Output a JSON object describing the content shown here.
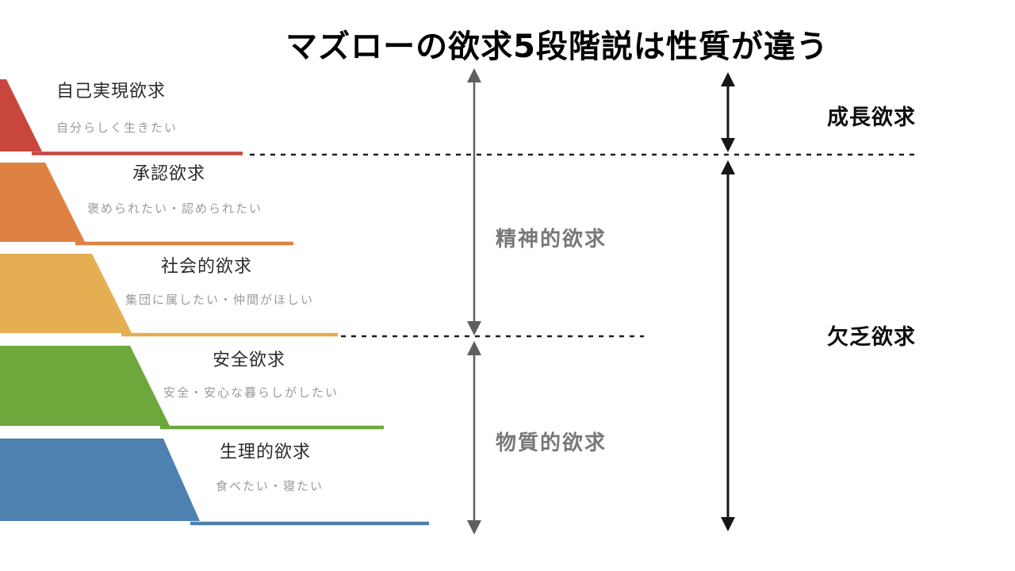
{
  "title": "マズローの欲求5段階説は性質が違う",
  "pyramid": {
    "levels": [
      {
        "name": "自己実現欲求",
        "desc": "自分らしく生きたい",
        "color": "#c9463d"
      },
      {
        "name": "承認欲求",
        "desc": "褒められたい・認められたい",
        "color": "#de8244"
      },
      {
        "name": "社会的欲求",
        "desc": "集団に属したい・仲間がほしい",
        "color": "#e5ae52"
      },
      {
        "name": "安全欲求",
        "desc": "安全・安心な暮らしがしたい",
        "color": "#6ca83b"
      },
      {
        "name": "生理的欲求",
        "desc": "食べたい・寝たい",
        "color": "#4e81b0"
      }
    ]
  },
  "annotations": {
    "mental_label": "精神的欲求",
    "material_label": "物質的欲求",
    "growth_label": "成長欲求",
    "deficiency_label": "欠乏欲求"
  },
  "colors": {
    "arrow_gray": "#5f5f5f",
    "arrow_black": "#161616",
    "dash_line": "#1f1f1f",
    "center_label_gray": "#787878",
    "side_label_black": "#0f0f0f",
    "level_name_text": "#2b2b2b",
    "level_desc_text": "#9a9a9a",
    "background": "#ffffff"
  }
}
